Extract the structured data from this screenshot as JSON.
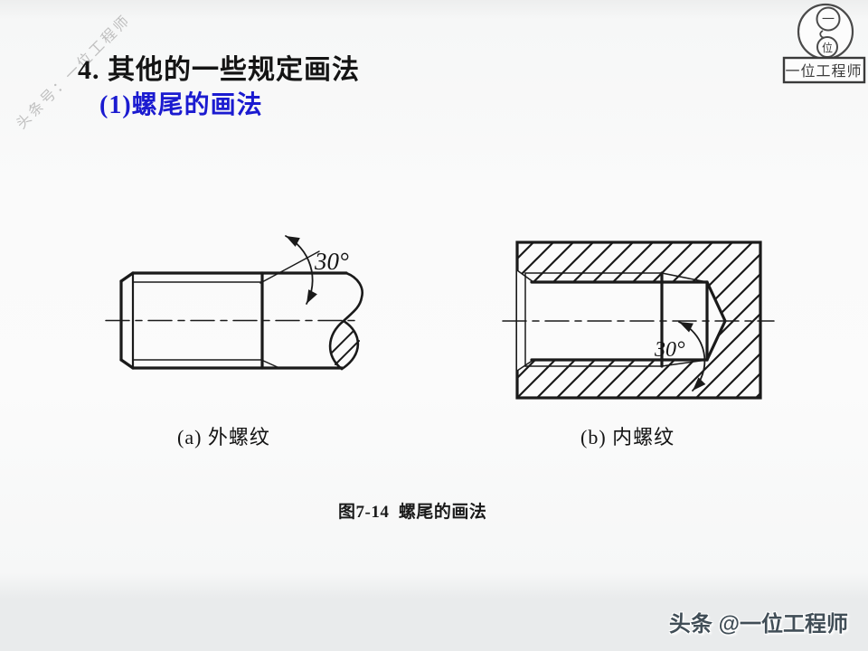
{
  "title": {
    "line1": "4. 其他的一些规定画法",
    "line2": "(1)螺尾的画法",
    "line2_color": "#1b1bd0"
  },
  "watermark": {
    "text": "头条号：一位工程师",
    "color": "#bfbfbf"
  },
  "logo": {
    "circle_top_char": "一",
    "circle_bottom_char": "位",
    "box_label": "一位工程师"
  },
  "figure": {
    "caption_a": "(a) 外螺纹",
    "caption_b": "(b) 内螺纹",
    "fig_caption": "图7-14  螺尾的画法",
    "angle_a": "30°",
    "angle_b": "30°"
  },
  "footer": {
    "brand": "头条 @一位工程师"
  },
  "colors": {
    "line": "#1a1a1a",
    "background_top": "#edeeee",
    "background_bottom": "#e9ebec",
    "title_accent_blue": "#1b1bd0",
    "footer_brand": "#414e57"
  }
}
